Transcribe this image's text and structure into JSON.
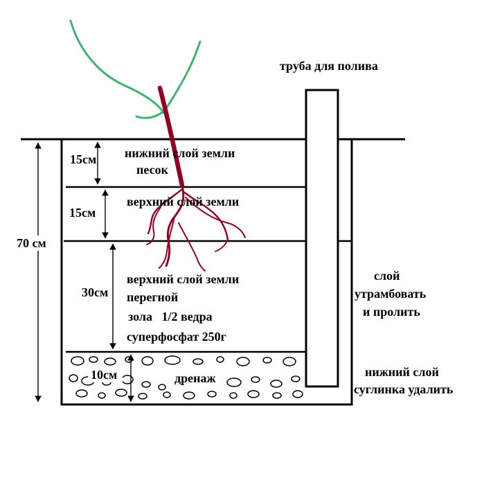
{
  "diagram": {
    "pipe_label": "труба для полива",
    "total_depth_label": "70 см",
    "layers": [
      {
        "depth_label": "15см",
        "lines": [
          "нижний слой земли",
          "песок"
        ]
      },
      {
        "depth_label": "15см",
        "lines": [
          "верхний слой земли"
        ]
      },
      {
        "depth_label": "30см",
        "lines": [
          "верхний слой земли",
          "перегной",
          "зола   1/2 ведра",
          "суперфосфат 250г"
        ]
      },
      {
        "depth_label": "10см",
        "lines": [
          "дренаж"
        ]
      }
    ],
    "notes": {
      "tamp": [
        "слой",
        "утрамбовать",
        "и пролить"
      ],
      "loam": [
        "нижний слой",
        "суглинка удалить"
      ]
    }
  },
  "colors": {
    "outline": "#000000",
    "plant_green": "#3cb371",
    "root_red": "#900020",
    "background": "#ffffff"
  }
}
